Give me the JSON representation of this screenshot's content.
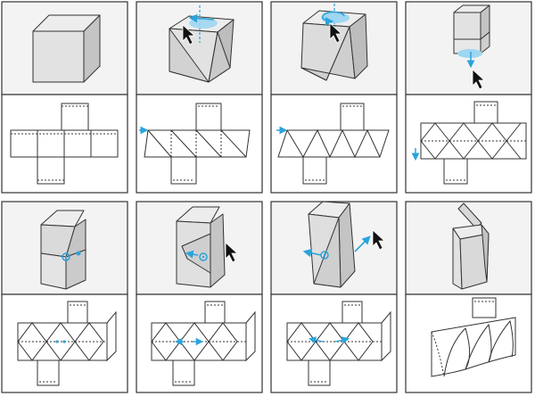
{
  "figure": {
    "rows": 2,
    "columns": 4,
    "panel_parts": [
      "3d-model-view",
      "unfolded-net-view"
    ],
    "colors": {
      "frame": "#333333",
      "top_view_bg": "#f3f3f3",
      "bottom_view_bg": "#ffffff",
      "face_light": "#e6e6e6",
      "face_mid": "#d2d2d2",
      "face_dark": "#b9b9b9",
      "accent": "#2aa3dc",
      "cursor": "#111111"
    },
    "panels": [
      {
        "id": "cube",
        "shape": "cube",
        "net": "cross",
        "interaction": "none",
        "icon": "none"
      },
      {
        "id": "twist-drag",
        "shape": "twisted-prism",
        "net": "cross-triangulated",
        "interaction": "vertical-axis-drag",
        "icon": "cursor-arrow"
      },
      {
        "id": "twist-rotate",
        "shape": "antiprism",
        "net": "cross-triangulated",
        "interaction": "rotate-arrow",
        "icon": "cursor-arrow"
      },
      {
        "id": "extrude-down",
        "shape": "stacked-prism",
        "net": "band-triangulated",
        "interaction": "extrude-arrow",
        "icon": "cursor-arrow"
      },
      {
        "id": "crease-point",
        "shape": "tall-twisted-box",
        "net": "band-triangulated",
        "interaction": "crease-points",
        "icon": "none"
      },
      {
        "id": "crease-drag",
        "shape": "tall-twisted-box",
        "net": "band-triangulated",
        "interaction": "crease-drag",
        "icon": "cursor-arrow"
      },
      {
        "id": "spread",
        "shape": "tall-twisted-box",
        "net": "band-triangulated",
        "interaction": "spread-arrows",
        "icon": "cursor-arrow"
      },
      {
        "id": "open-box",
        "shape": "open-lid-box",
        "net": "arched-band",
        "interaction": "none",
        "icon": "none"
      }
    ]
  }
}
